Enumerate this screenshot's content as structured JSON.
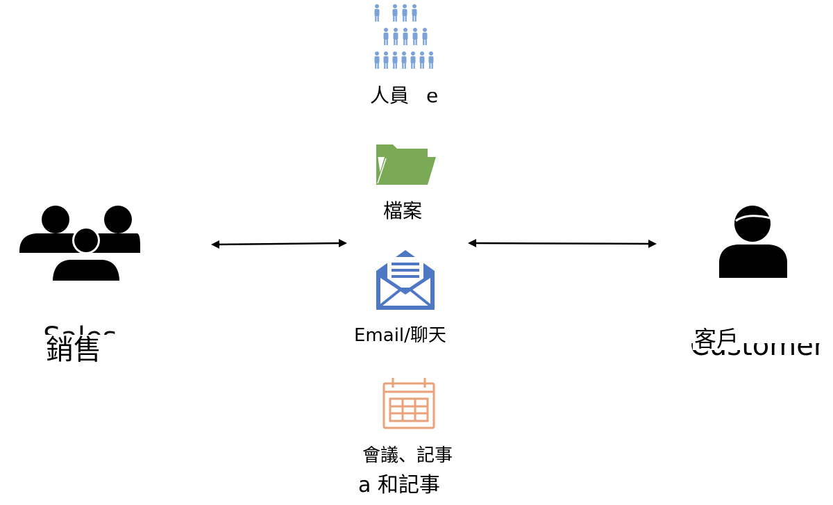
{
  "diagram": {
    "left": {
      "label": "銷售",
      "ghost_label": "Sales"
    },
    "right": {
      "label": "客戶",
      "ghost_label": "Customer"
    },
    "center": {
      "people": {
        "label": "人員",
        "ghost_label": "e"
      },
      "files": {
        "label": "檔案"
      },
      "email": {
        "label": "Email/聊天"
      },
      "meetings": {
        "label": "會議、記事",
        "ghost_label": "a 和記事"
      }
    },
    "colors": {
      "people_icon": "#7ba3d8",
      "folder_icon": "#7aaa55",
      "email_icon": "#4f78c4",
      "calendar_icon": "#eaa27a",
      "arrows": "#000000"
    }
  }
}
